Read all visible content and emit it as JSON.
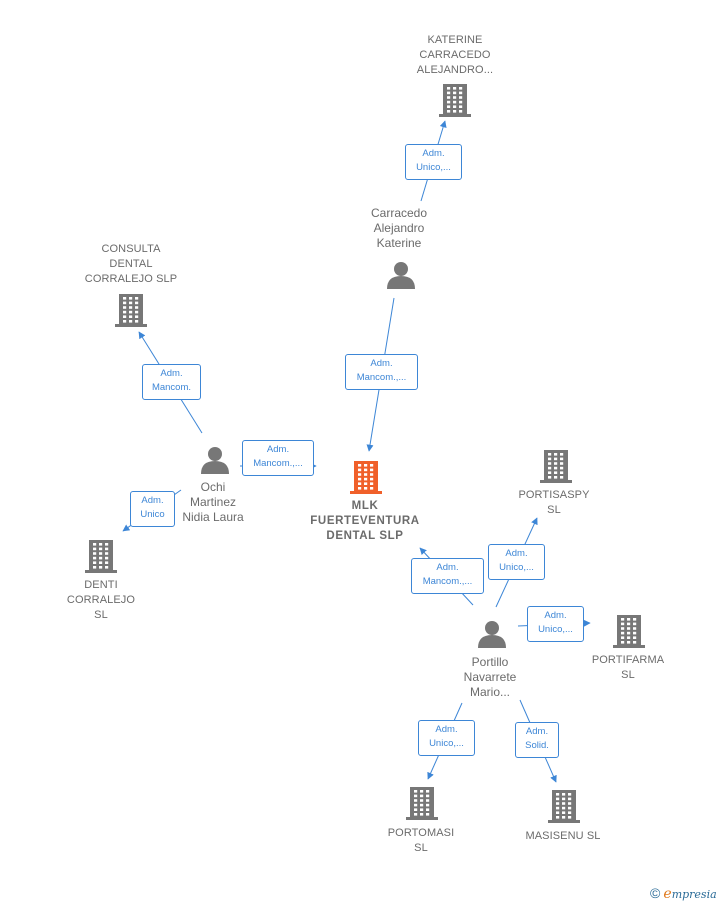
{
  "colors": {
    "edge": "#3d86d6",
    "node_gray": "#777777",
    "node_main": "#f0602a",
    "text": "#6b6b6b"
  },
  "nodes": {
    "katerine_company": {
      "type": "company-icon",
      "lines": [
        "KATERINE",
        "CARRACEDO",
        "ALEJANDRO..."
      ]
    },
    "carracedo_person": {
      "type": "person-icon",
      "lines": [
        "Carracedo",
        "Alejandro",
        "Katerine"
      ]
    },
    "consulta": {
      "type": "company-icon",
      "lines": [
        "CONSULTA",
        "DENTAL",
        "CORRALEJO SLP"
      ]
    },
    "ochi_person": {
      "type": "person-icon",
      "lines": [
        "Ochi",
        "Martinez",
        "Nidia Laura"
      ]
    },
    "mlk": {
      "type": "company-icon",
      "main": true,
      "lines": [
        "MLK",
        "FUERTEVENTURA",
        "DENTAL  SLP"
      ]
    },
    "denti": {
      "type": "company-icon",
      "lines": [
        "DENTI",
        "CORRALEJO",
        "SL"
      ]
    },
    "portisaspy": {
      "type": "company-icon",
      "lines": [
        "PORTISASPY",
        "SL"
      ]
    },
    "portillo_person": {
      "type": "person-icon",
      "lines": [
        "Portillo",
        "Navarrete",
        "Mario..."
      ]
    },
    "portifarma": {
      "type": "company-icon",
      "lines": [
        "PORTIFARMA",
        "SL"
      ]
    },
    "portomasi": {
      "type": "company-icon",
      "lines": [
        "PORTOMASI",
        "SL"
      ]
    },
    "masisenu": {
      "type": "company-icon",
      "lines": [
        "MASISENU  SL"
      ]
    }
  },
  "edges": [
    {
      "from": "carracedo_person",
      "to": "katerine_company",
      "lines": [
        "Adm.",
        "Unico,..."
      ]
    },
    {
      "from": "carracedo_person",
      "to": "mlk",
      "lines": [
        "Adm.",
        "Mancom.,..."
      ]
    },
    {
      "from": "ochi_person",
      "to": "consulta",
      "lines": [
        "Adm.",
        "Mancom."
      ]
    },
    {
      "from": "ochi_person",
      "to": "mlk",
      "lines": [
        "Adm.",
        "Mancom.,..."
      ]
    },
    {
      "from": "ochi_person",
      "to": "denti",
      "lines": [
        "Adm.",
        "Unico"
      ]
    },
    {
      "from": "portillo_person",
      "to": "mlk",
      "lines": [
        "Adm.",
        "Mancom.,..."
      ]
    },
    {
      "from": "portillo_person",
      "to": "portisaspy",
      "lines": [
        "Adm.",
        "Unico,..."
      ]
    },
    {
      "from": "portillo_person",
      "to": "portifarma",
      "lines": [
        "Adm.",
        "Unico,..."
      ]
    },
    {
      "from": "portillo_person",
      "to": "portomasi",
      "lines": [
        "Adm.",
        "Unico,..."
      ]
    },
    {
      "from": "portillo_person",
      "to": "masisenu",
      "lines": [
        "Adm.",
        "Solid."
      ]
    }
  ],
  "brand": {
    "copyright": "©",
    "e": "e",
    "rest": "mpresia"
  }
}
